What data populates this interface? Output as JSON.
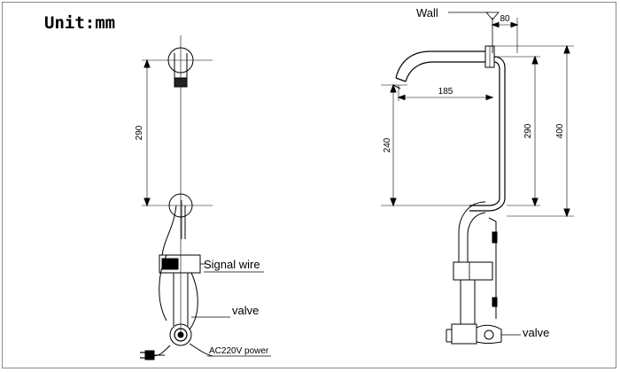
{
  "title": "Unit:mm",
  "labels": {
    "signal_wire": "Signal wire",
    "valve_front": "valve",
    "ac_power": "AC220V power",
    "wall": "Wall",
    "valve_side": "valve"
  },
  "dimensions": {
    "front_height": "290",
    "wall_offset": "80",
    "spout_reach": "185",
    "spout_drop": "240",
    "side_height": "290",
    "total_height": "400"
  }
}
